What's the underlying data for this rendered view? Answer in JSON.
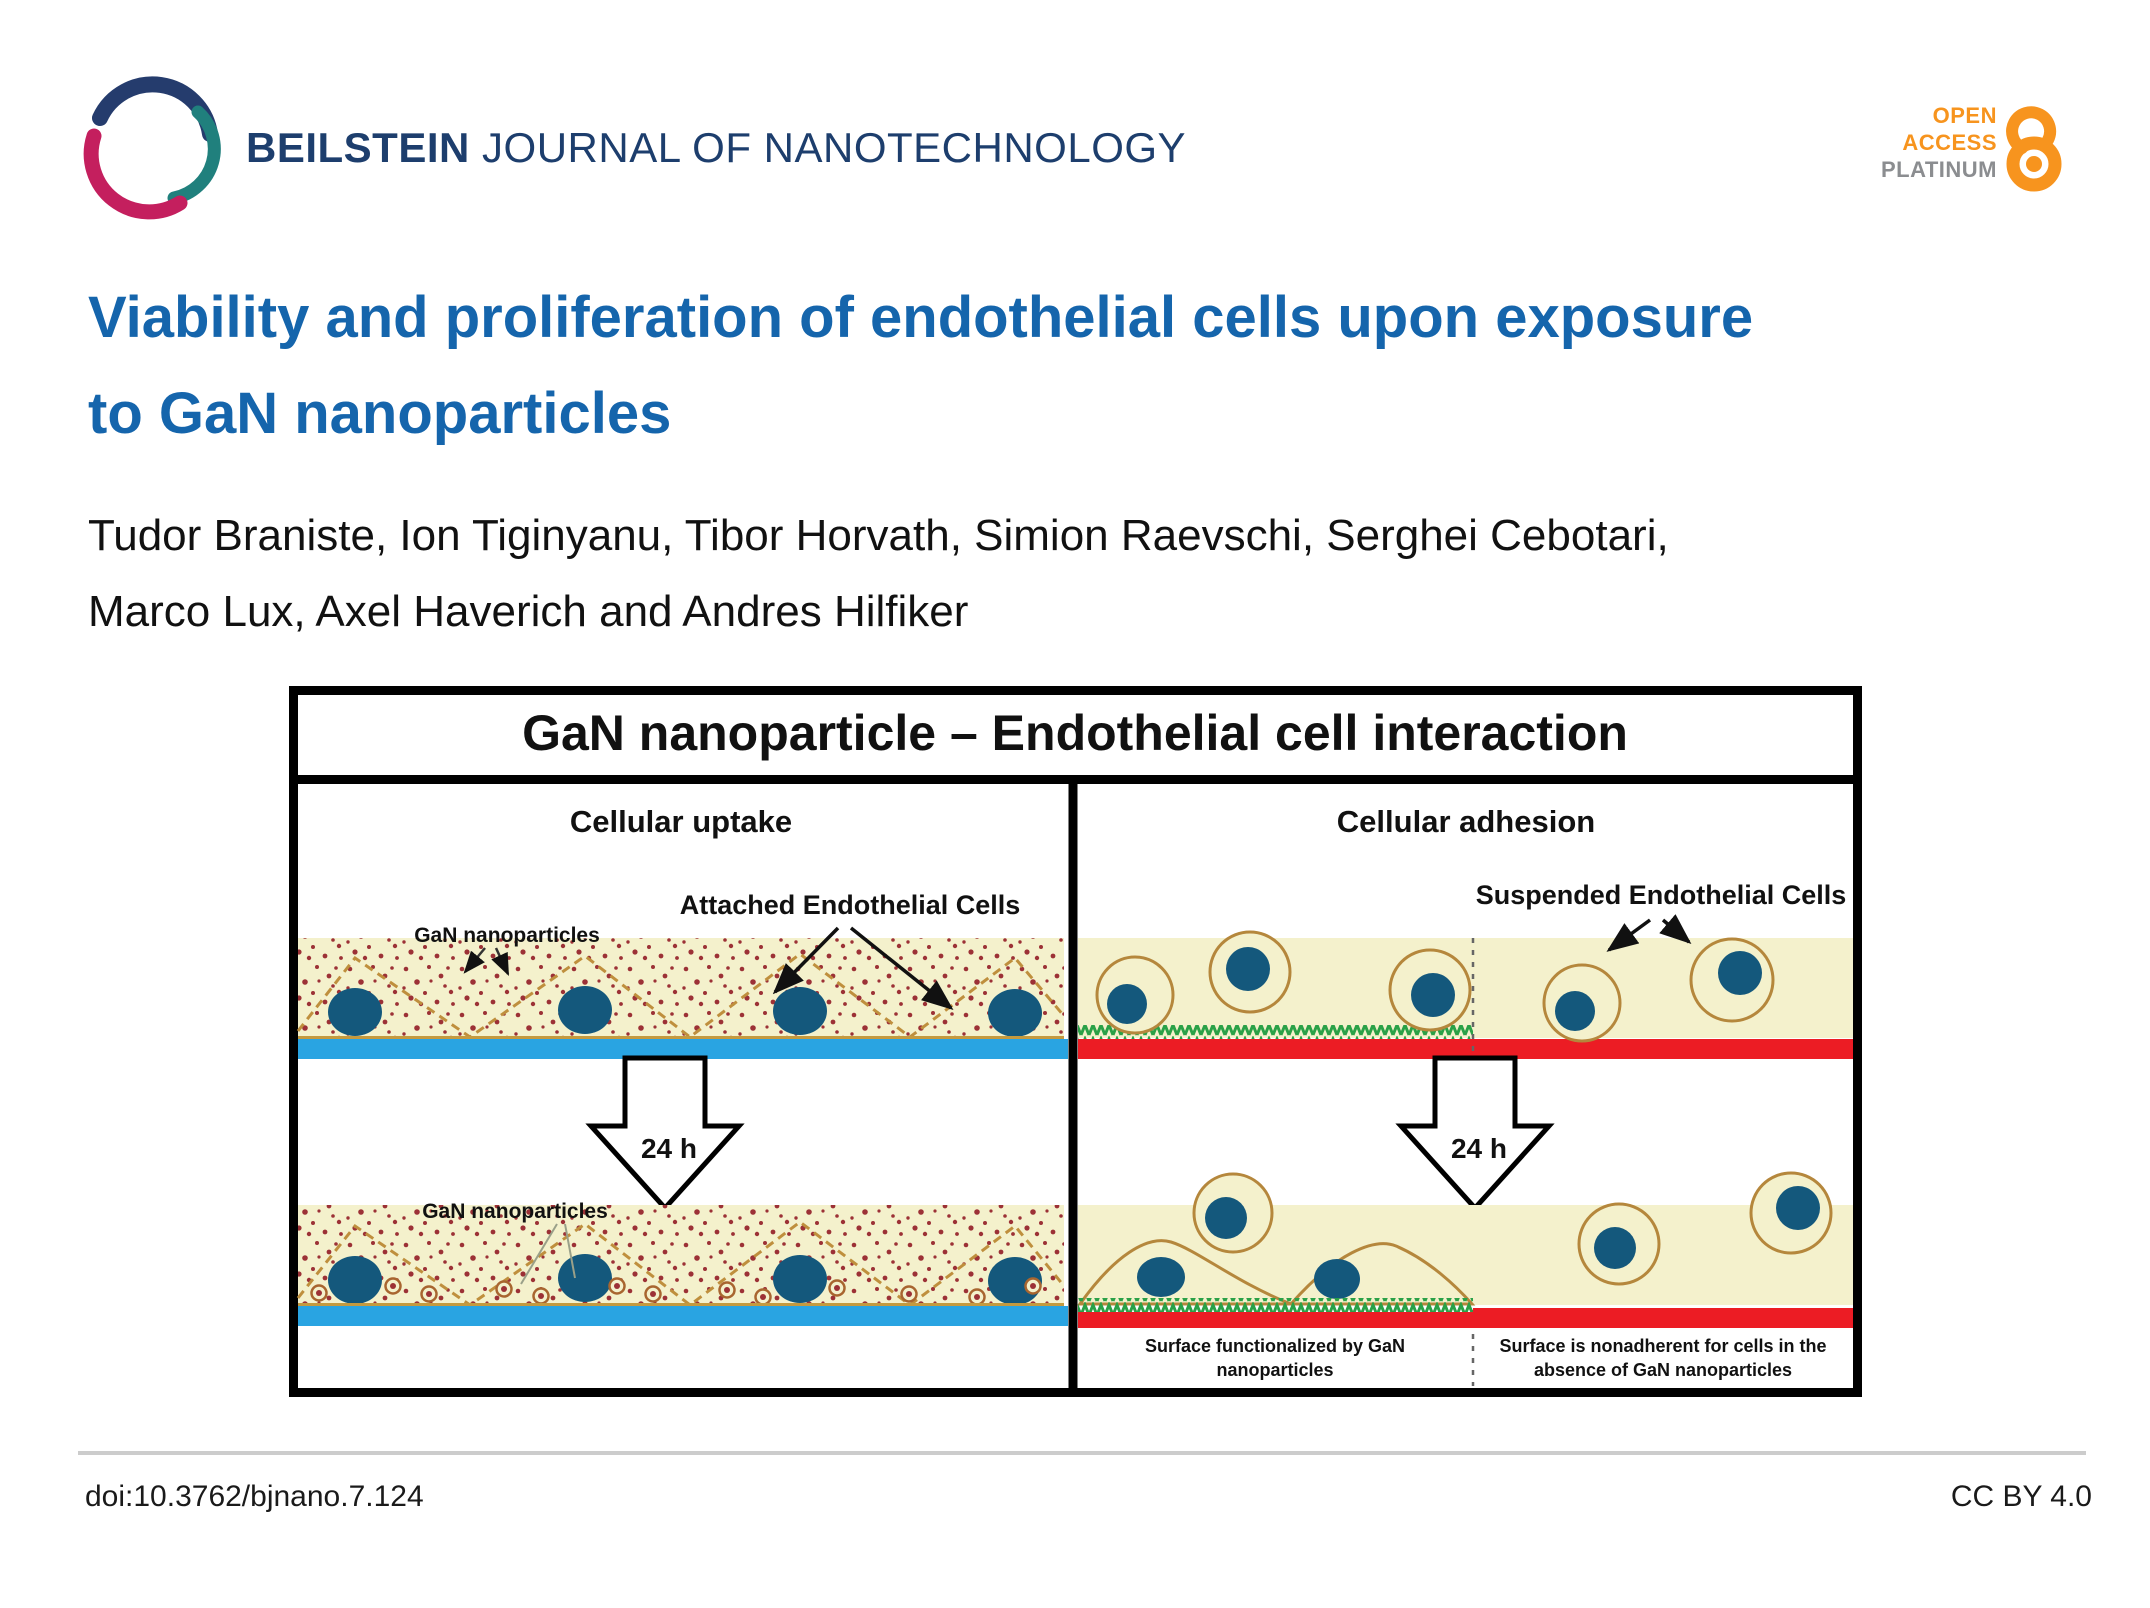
{
  "header": {
    "journal_name_bold": "BEILSTEIN",
    "journal_name_rest": "JOURNAL OF NANOTECHNOLOGY",
    "open_access_badge": {
      "line1": "OPEN",
      "line2": "ACCESS",
      "line3": "PLATINUM"
    },
    "icons": {
      "brand_logo": "beilstein-swirl-logo",
      "badge_icon": "open-access-padlock-icon"
    }
  },
  "article": {
    "title_line1": "Viability and proliferation of endothelial cells upon exposure",
    "title_line2": "to GaN nanoparticles",
    "authors_line1": "Tudor Braniste, Ion Tiginyanu, Tibor Horvath, Simion Raevschi, Serghei Cebotari,",
    "authors_line2": "Marco Lux, Axel Haverich and Andres Hilfiker"
  },
  "figure": {
    "title": "GaN nanoparticle – Endothelial cell interaction",
    "left": {
      "header": "Cellular uptake",
      "gan_label_top": "GaN nanoparticles",
      "attached_label": "Attached Endothelial Cells",
      "arrow_label": "24 h",
      "gan_label_bottom": "GaN nanoparticles"
    },
    "right": {
      "header": "Cellular adhesion",
      "suspended_label": "Suspended Endothelial Cells",
      "arrow_label": "24 h",
      "caption_left_line1": "Surface functionalized by GaN",
      "caption_left_line2": "nanoparticles",
      "caption_right_line1": "Surface is nonadherent for cells in the",
      "caption_right_line2": "absence of GaN nanoparticles"
    }
  },
  "footer": {
    "doi": "doi:10.3762/bjnano.7.124",
    "license": "CC BY 4.0"
  },
  "colors": {
    "navy": "#1d3e6d",
    "title_blue": "#1565ac",
    "orange": "#f7941e",
    "platinum_gray": "#8b8d90",
    "cream": "#f4f1cc",
    "speckle_red": "#9c3136",
    "membrane_tan": "#bf8f3d",
    "nucleus_teal": "#14587c",
    "substrate_blue": "#29a4e2",
    "substrate_red": "#ec1c24",
    "functionalized_green": "#2aa147"
  }
}
